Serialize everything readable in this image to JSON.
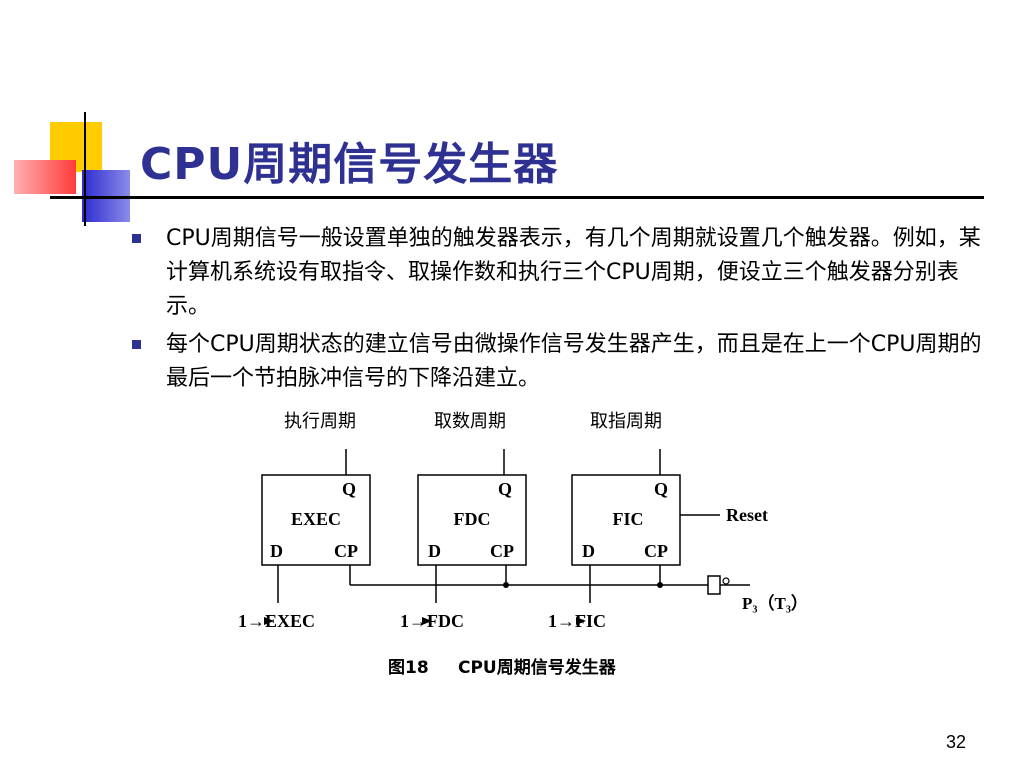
{
  "title": "CPU周期信号发生器",
  "bullets": [
    {
      "text": "CPU周期信号一般设置单独的触发器表示，有几个周期就设置几个触发器。例如，某计算机系统设有取指令、取操作数和执行三个CPU周期，便设立三个触发器分别表示。"
    },
    {
      "text": "每个CPU周期状态的建立信号由微操作信号发生器产生，而且是在上一个CPU周期的最后一个节拍脉冲信号的下降沿建立。"
    }
  ],
  "diagram": {
    "flipflops": [
      {
        "top_label": "执行周期",
        "name": "EXEC",
        "q": "Q",
        "d": "D",
        "cp": "CP",
        "input": "1→EXEC"
      },
      {
        "top_label": "取数周期",
        "name": "FDC",
        "q": "Q",
        "d": "D",
        "cp": "CP",
        "input": "1→FDC"
      },
      {
        "top_label": "取指周期",
        "name": "FIC",
        "q": "Q",
        "d": "D",
        "cp": "CP",
        "input": "1→FIC"
      }
    ],
    "reset_label": "Reset",
    "clock_label": "P₃（T₃）",
    "caption_fig": "图18",
    "caption_text": "CPU周期信号发生器"
  },
  "page_number": "32",
  "colors": {
    "title": "#2e3192",
    "yellow": "#ffcc00",
    "blue": "#3333cc",
    "red": "#ff3b3b"
  }
}
